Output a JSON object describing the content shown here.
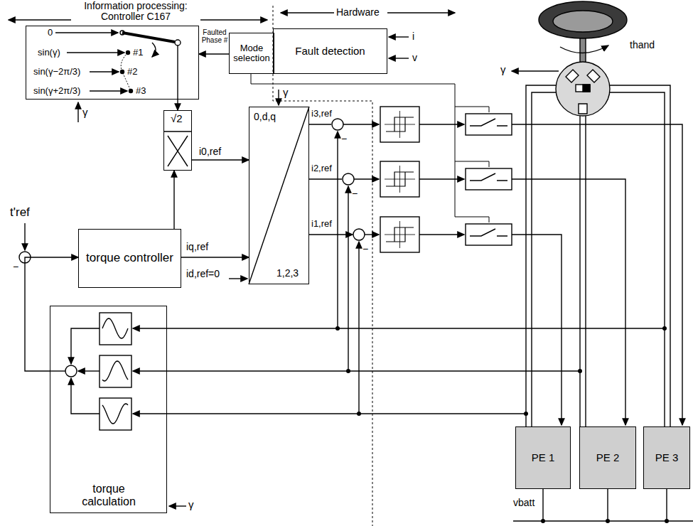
{
  "diagram": {
    "nodes": [
      {
        "text": [
          "0",
          "sin(γ)",
          "#1",
          "sin(γ−2π/3)",
          "#2",
          "sin(γ+2π/3)",
          "#3"
        ]
      },
      {
        "text": [
          "Mode selection"
        ]
      },
      {
        "text": [
          "Fault detection"
        ]
      },
      {
        "text": [
          "√2"
        ]
      },
      {
        "text": [
          "0,d,q",
          "1,2,3"
        ]
      },
      {
        "text": [
          "torque controller"
        ]
      },
      {
        "text": [
          "torque calculation"
        ]
      },
      {
        "text": [
          "PE 1"
        ]
      },
      {
        "text": [
          "PE 2"
        ]
      },
      {
        "text": [
          "PE 3"
        ]
      }
    ],
    "edges": [
      {
        "from": 1,
        "to": 0,
        "arrow": "to"
      },
      {
        "from": 0,
        "to": 3,
        "arrow": "to"
      },
      {
        "from": 3,
        "to": 4,
        "arrow": "to"
      },
      {
        "from": 5,
        "to": 4,
        "arrow": "to"
      },
      {
        "from": 5,
        "to": 3,
        "arrow": "to"
      },
      {
        "from": 6,
        "to": 5,
        "arrow": "to"
      }
    ],
    "labels": [
      "Information processing: Controller C167",
      "Hardware",
      "Faulted Phase #",
      "γ",
      "γ",
      "t'ref",
      "−",
      "i0,ref",
      "iq,ref",
      "id,ref=0",
      "i3,ref",
      "i2,ref",
      "i1,ref",
      "−",
      "−",
      "−",
      "i",
      "v",
      "γ",
      "thand",
      "vbatt",
      "γ"
    ]
  }
}
